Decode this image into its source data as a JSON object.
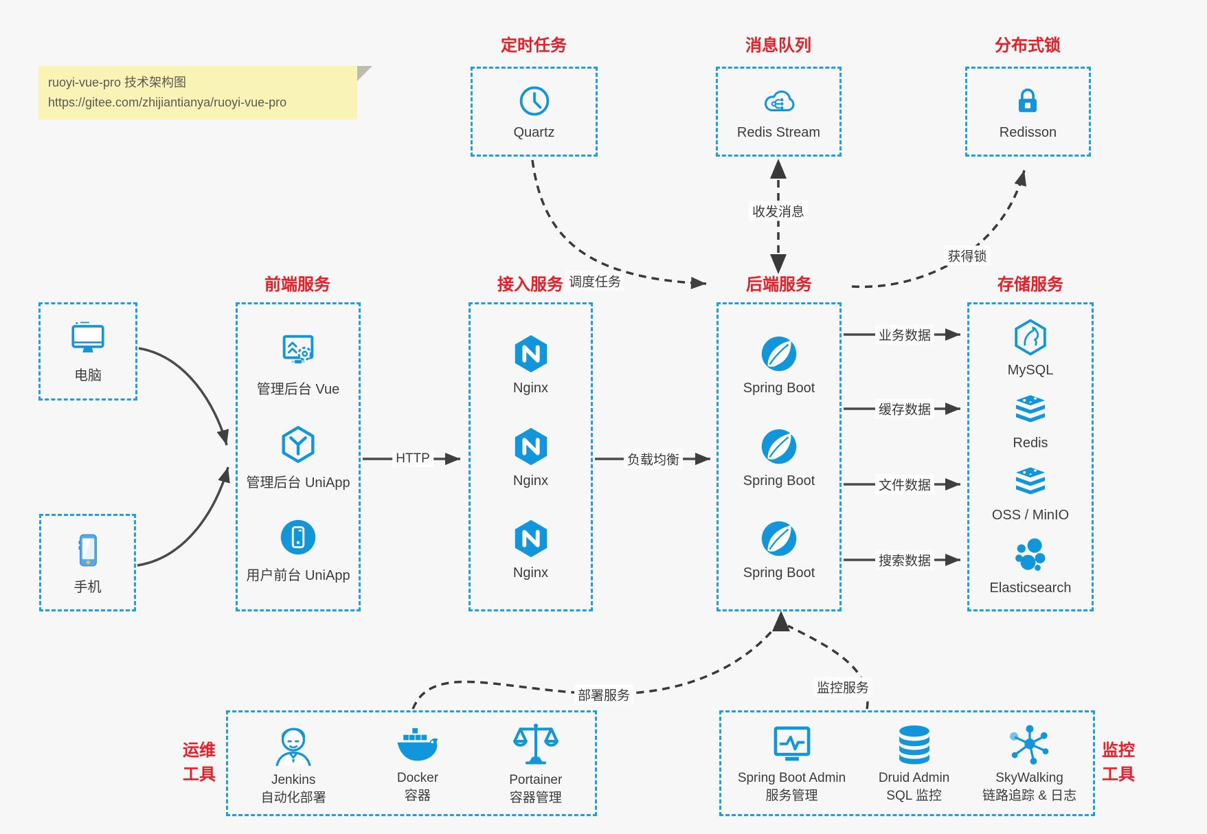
{
  "colors": {
    "accent_blue": "#1296db",
    "border_blue": "#1c9fe8",
    "accent_red": "#ed1c24",
    "note_background": "#faf3b6",
    "connector_gray": "#3f3f3f"
  },
  "note": {
    "line1": "ruoyi-vue-pro 技术架构图",
    "line2": "https://gitee.com/zhijiantianya/ruoyi-vue-pro"
  },
  "top_groups": [
    {
      "title": "定时任务",
      "item": {
        "label": "Quartz",
        "icon": "clock-icon"
      }
    },
    {
      "title": "消息队列",
      "item": {
        "label": "Redis Stream",
        "icon": "cloud-stream-icon"
      }
    },
    {
      "title": "分布式锁",
      "item": {
        "label": "Redisson",
        "icon": "lock-icon"
      }
    }
  ],
  "clients": [
    {
      "label": "电脑",
      "icon": "computer-icon"
    },
    {
      "label": "手机",
      "icon": "phone-icon"
    }
  ],
  "columns": [
    {
      "title": "前端服务",
      "items": [
        {
          "label": "管理后台 Vue",
          "icon": "admin-vue-icon"
        },
        {
          "label": "管理后台 UniApp",
          "icon": "uniapp-cube-icon"
        },
        {
          "label": "用户前台 UniApp",
          "icon": "user-app-icon"
        }
      ]
    },
    {
      "title": "接入服务",
      "items": [
        {
          "label": "Nginx",
          "icon": "nginx-icon"
        },
        {
          "label": "Nginx",
          "icon": "nginx-icon"
        },
        {
          "label": "Nginx",
          "icon": "nginx-icon"
        }
      ]
    },
    {
      "title": "后端服务",
      "items": [
        {
          "label": "Spring Boot",
          "icon": "spring-icon"
        },
        {
          "label": "Spring Boot",
          "icon": "spring-icon"
        },
        {
          "label": "Spring Boot",
          "icon": "spring-icon"
        }
      ]
    },
    {
      "title": "存储服务",
      "items": [
        {
          "label": "MySQL",
          "icon": "mysql-icon"
        },
        {
          "label": "Redis",
          "icon": "redis-stack-icon"
        },
        {
          "label": "OSS / MinIO",
          "icon": "oss-stack-icon"
        },
        {
          "label": "Elasticsearch",
          "icon": "elasticsearch-icon"
        }
      ]
    }
  ],
  "bottom_groups": [
    {
      "title_line1": "运维",
      "title_line2": "工具",
      "items": [
        {
          "name": "Jenkins",
          "desc": "自动化部署",
          "icon": "jenkins-icon"
        },
        {
          "name": "Docker",
          "desc": "容器",
          "icon": "docker-whale-icon"
        },
        {
          "name": "Portainer",
          "desc": "容器管理",
          "icon": "portainer-scales-icon"
        }
      ]
    },
    {
      "title_line1": "监控",
      "title_line2": "工具",
      "items": [
        {
          "name": "Spring Boot Admin",
          "desc": "服务管理",
          "icon": "monitor-pulse-icon"
        },
        {
          "name": "Druid Admin",
          "desc": "SQL 监控",
          "icon": "database-icon"
        },
        {
          "name": "SkyWalking",
          "desc": "链路追踪 & 日志",
          "icon": "topology-icon"
        }
      ]
    }
  ],
  "edges": {
    "http": "HTTP",
    "load_balance": "负载均衡",
    "business_data": "业务数据",
    "cache_data": "缓存数据",
    "file_data": "文件数据",
    "search_data": "搜索数据",
    "schedule_task": "调度任务",
    "send_receive_message": "收发消息",
    "acquire_lock": "获得锁",
    "deploy_service": "部署服务",
    "monitor_service": "监控服务"
  }
}
